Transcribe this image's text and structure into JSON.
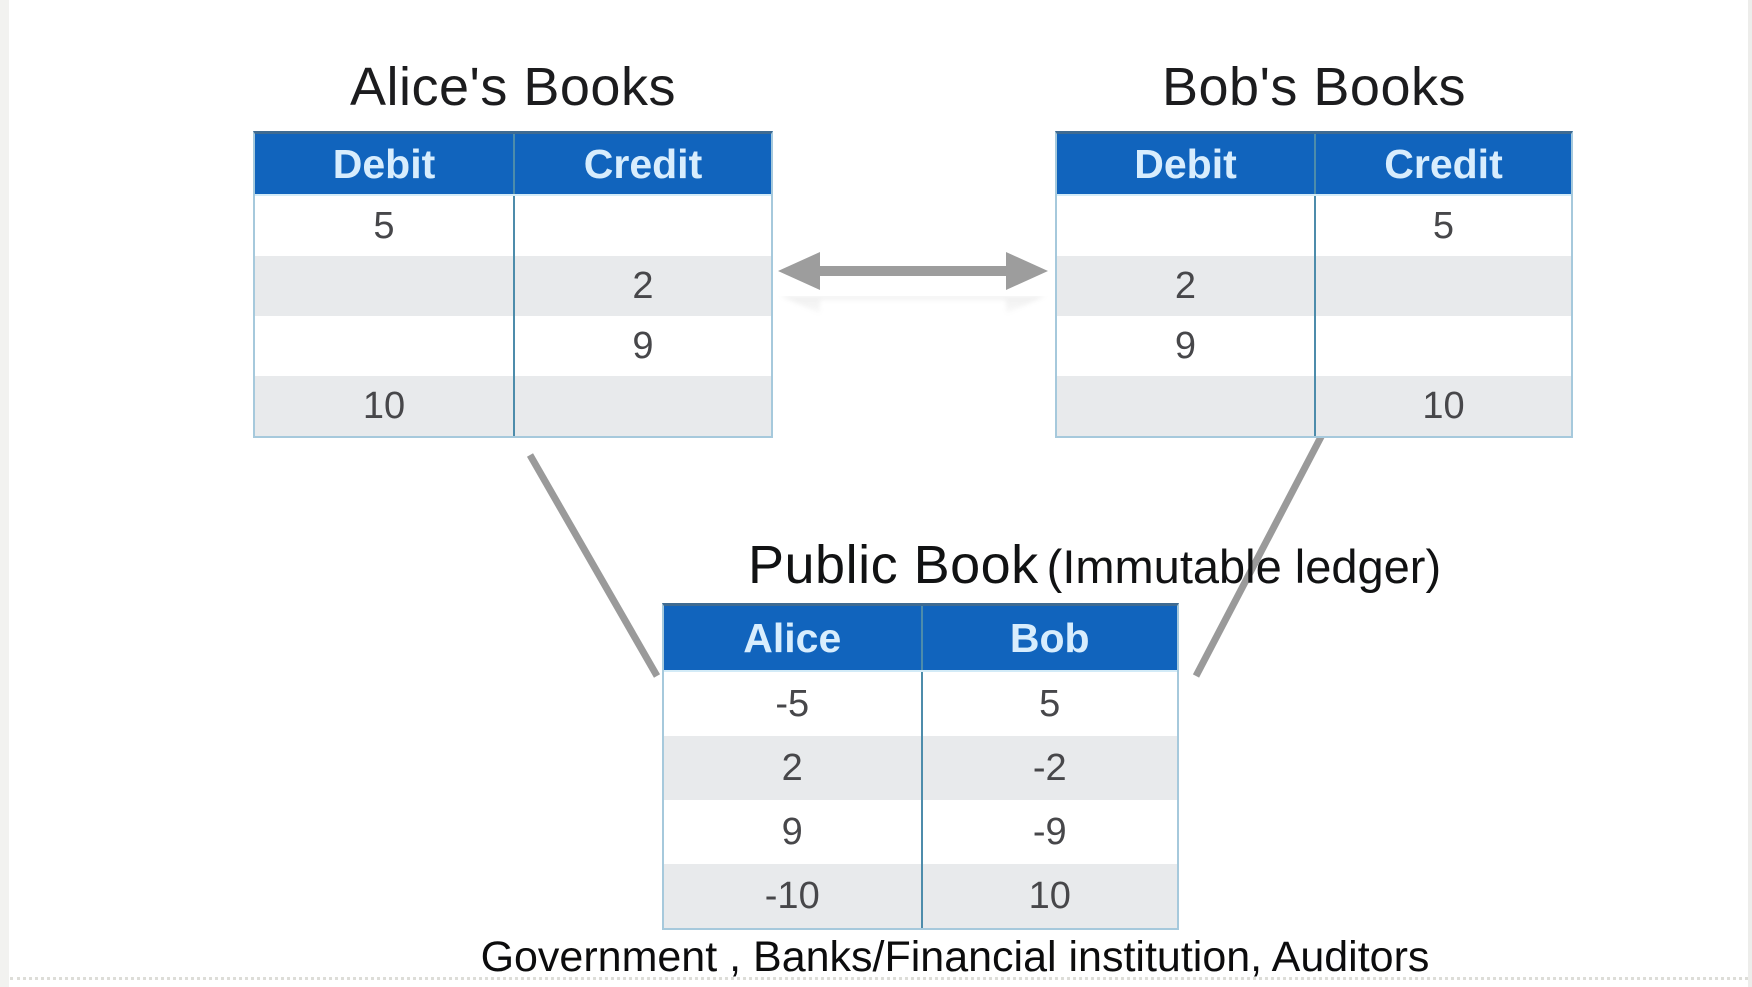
{
  "slide": {
    "alice_title": "Alice's Books",
    "bob_title": "Bob's Books",
    "public_title": "Public Book",
    "public_subtitle": "(Immutable ledger)",
    "footer": "Government , Banks/Financial institution, Auditors"
  },
  "tables": {
    "alice": {
      "headers": [
        "Debit",
        "Credit"
      ],
      "rows": [
        [
          "5",
          ""
        ],
        [
          "",
          "2"
        ],
        [
          "",
          "9"
        ],
        [
          "10",
          ""
        ]
      ]
    },
    "bob": {
      "headers": [
        "Debit",
        "Credit"
      ],
      "rows": [
        [
          "",
          "5"
        ],
        [
          "2",
          ""
        ],
        [
          "9",
          ""
        ],
        [
          "",
          "10"
        ]
      ]
    },
    "public": {
      "headers": [
        "Alice",
        "Bob"
      ],
      "rows": [
        [
          "-5",
          "5"
        ],
        [
          "2",
          "-2"
        ],
        [
          "9",
          "-9"
        ],
        [
          "-10",
          "10"
        ]
      ]
    }
  },
  "icons": {
    "between_books": "double-headed-arrow",
    "alice_to_public": "diagonal-connector-line",
    "bob_to_public": "diagonal-connector-line"
  },
  "colors": {
    "header_blue": "#1164bd",
    "header_text": "#d8edfd",
    "row_alt_gray": "#e8eaec",
    "table_border": "#a6c9dc",
    "table_border_top": "#3f6b92",
    "column_divider": "#4d8cab",
    "cell_text": "#47474a",
    "arrow_gray": "#9d9d9d",
    "connector_gray": "#9a9a9a",
    "title_text": "#1c1c1e"
  }
}
